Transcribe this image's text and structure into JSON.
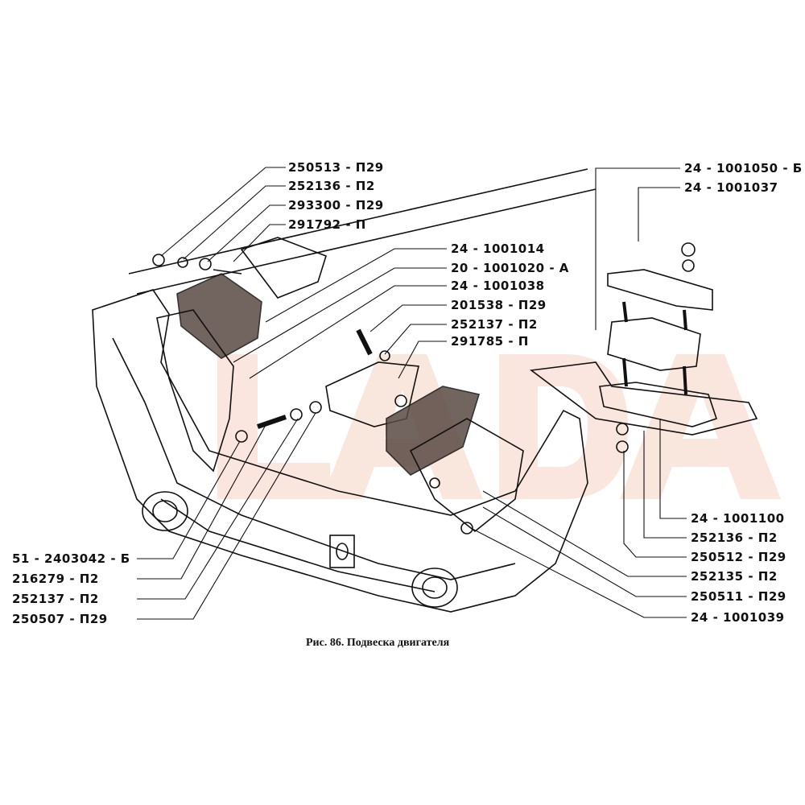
{
  "watermark": "LADA",
  "caption": "Рис. 86. Подвеска двигателя",
  "labels": {
    "top_left": [
      "250513 - П29",
      "252136 - П2",
      "293300 - П29",
      "291792 - П"
    ],
    "middle": [
      "24 - 1001014",
      "20 - 1001020 - А",
      "24 - 1001038",
      "201538 - П29",
      "252137 - П2",
      "291785 - П"
    ],
    "top_right": [
      "24 - 1001050 - Б",
      "24 - 1001037"
    ],
    "bottom_right": [
      "24 - 1001100",
      "252136 - П2",
      "250512 - П29",
      "252135 - П2",
      "250511 - П29",
      "24 - 1001039"
    ],
    "bottom_left": [
      "51 - 2403042 - Б",
      "216279 - П2",
      "252137 - П2",
      "250507 - П29"
    ]
  },
  "colors": {
    "ink": "#111111",
    "watermark": "#f6d6c8",
    "rubber": "#5a4a44"
  }
}
